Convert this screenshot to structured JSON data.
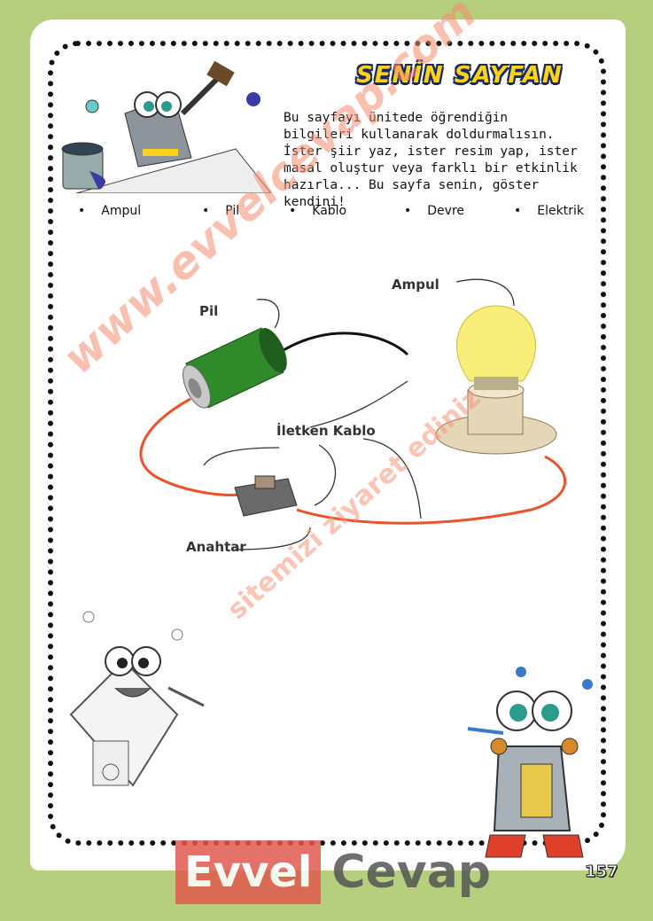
{
  "header": {
    "title": "SENİN SAYFAN"
  },
  "intro": {
    "text": "Bu sayfayı ünitede öğrendiğin bilgileri kullanarak doldurmalısın. İster şiir yaz, ister resim yap, ister masal oluştur veya farklı bir etkinlik hazırla... Bu sayfa senin, göster kendini!"
  },
  "keywords": [
    "Ampul",
    "Pil",
    "Kablo",
    "Devre",
    "Elektrik"
  ],
  "diagram": {
    "labels": {
      "battery": "Pil",
      "bulb": "Ampul",
      "wire": "İletken Kablo",
      "switch": "Anahtar"
    }
  },
  "watermark": {
    "main": "www.evvelcevap.com",
    "sub": "sitemizi ziyaret ediniz"
  },
  "brand": {
    "part1": "Evvel",
    "part2": "Cevap"
  },
  "page_number": "157",
  "colors": {
    "background": "#b5cf7f",
    "title": "#ffd21a",
    "wire": "#e8532a",
    "brand": "#e05a4e"
  }
}
